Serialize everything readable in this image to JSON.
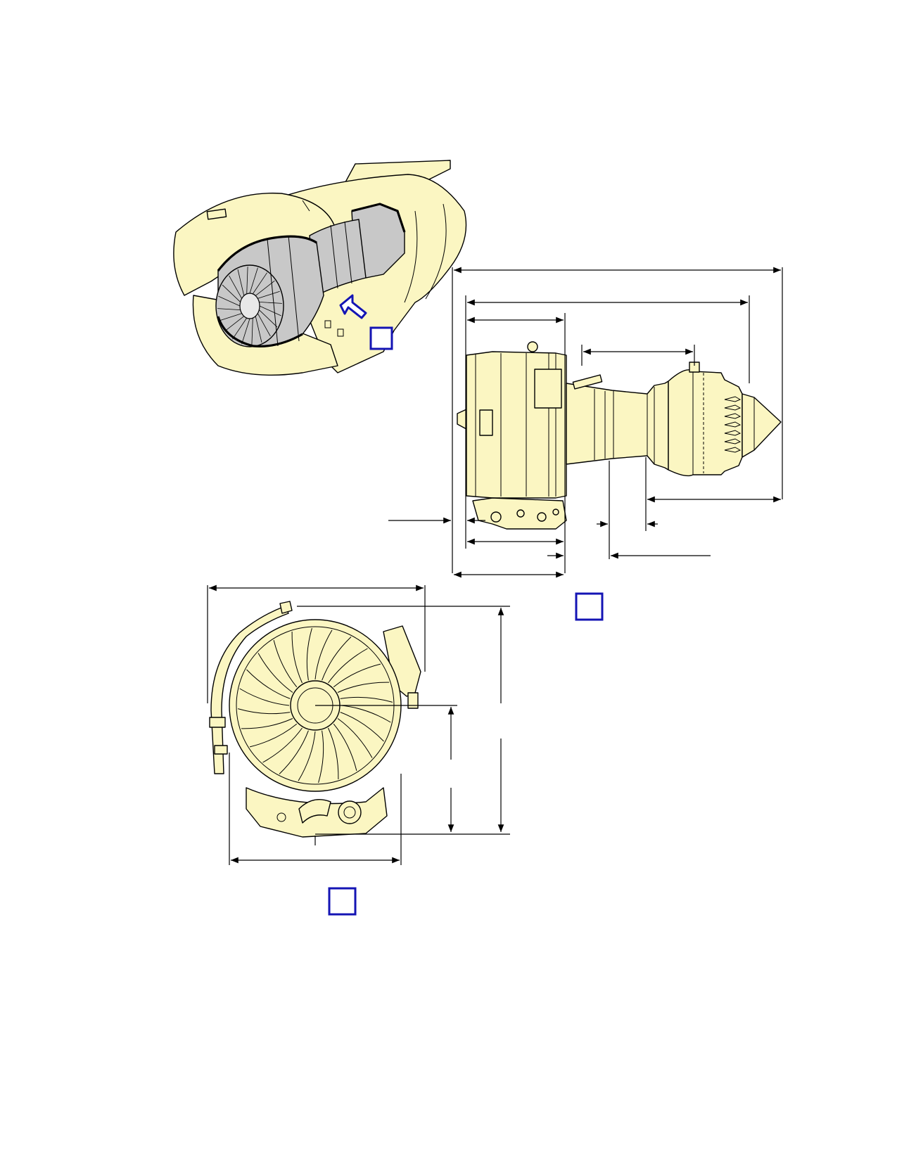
{
  "figure": {
    "callouts": [
      {
        "id": "callout-iso",
        "label": ""
      },
      {
        "id": "callout-side",
        "label": ""
      },
      {
        "id": "callout-front",
        "label": ""
      }
    ]
  },
  "colors": {
    "engine_fill": "#fbf6c2",
    "core_fill": "#c8c8c8",
    "callout_blue": "#1414b4",
    "line": "#000000"
  },
  "icons": {
    "view_arrow": "view-direction-arrow-icon"
  }
}
